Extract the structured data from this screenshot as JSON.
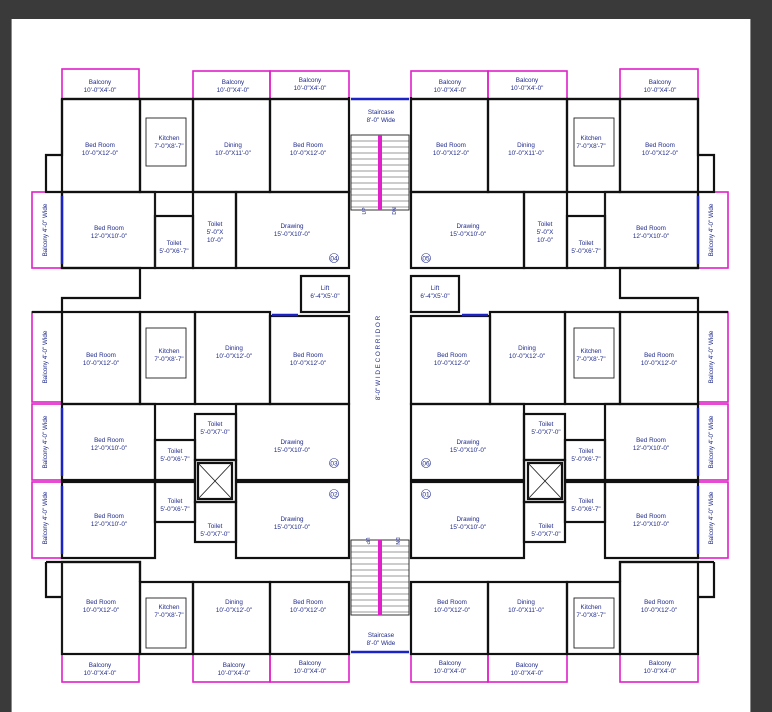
{
  "plan": {
    "title": "",
    "corridor_label": "8'-0\" W I D E   C O R R I D O R",
    "rooms": [
      {
        "id": "bal1",
        "text": [
          "Balcony",
          "10'-0\"X4'-0\""
        ]
      },
      {
        "id": "bal2",
        "text": [
          "Balcony",
          "10'-0\"X4'-0\""
        ]
      },
      {
        "id": "bal3",
        "text": [
          "Balcony",
          "10'-0\"X4'-0\""
        ]
      },
      {
        "id": "bal4",
        "text": [
          "Balcony",
          "10'-0\"X4'-0\""
        ]
      },
      {
        "id": "bal5",
        "text": [
          "Balcony",
          "10'-0\"X4'-0\""
        ]
      },
      {
        "id": "bal6",
        "text": [
          "Balcony",
          "10'-0\"X4'-0\""
        ]
      },
      {
        "id": "stair1",
        "text": [
          "Staircase",
          "8'-0\" Wide"
        ]
      },
      {
        "id": "bed1",
        "text": [
          "Bed Room",
          "10'-0\"X12'-0\""
        ]
      },
      {
        "id": "kit1",
        "text": [
          "Kitchen",
          "7'-0\"X8'-7\""
        ]
      },
      {
        "id": "din1",
        "text": [
          "Dining",
          "10'-0\"X11'-0\""
        ]
      },
      {
        "id": "bed2",
        "text": [
          "Bed Room",
          "10'-0\"X12'-0\""
        ]
      },
      {
        "id": "bed3",
        "text": [
          "Bed Room",
          "10'-0\"X12'-0\""
        ]
      },
      {
        "id": "din2",
        "text": [
          "Dining",
          "10'-0\"X11'-0\""
        ]
      },
      {
        "id": "kit2",
        "text": [
          "Kitchen",
          "7'-0\"X8'-7\""
        ]
      },
      {
        "id": "bed4",
        "text": [
          "Bed Room",
          "10'-0\"X12'-0\""
        ]
      },
      {
        "id": "bed5",
        "text": [
          "Bed Room",
          "12'-0\"X10'-0\""
        ]
      },
      {
        "id": "toi1",
        "text": [
          "Toilet",
          "5'-0\"X",
          "10'-0\""
        ]
      },
      {
        "id": "toi2",
        "text": [
          "Toilet",
          "5'-0\"X6'-7\""
        ]
      },
      {
        "id": "dra1",
        "text": [
          "Drawing",
          "15'-0\"X10'-0\""
        ]
      },
      {
        "id": "dra2",
        "text": [
          "Drawing",
          "15'-0\"X10'-0\""
        ]
      },
      {
        "id": "toi3",
        "text": [
          "Toilet",
          "5'-0\"X",
          "10'-0\""
        ]
      },
      {
        "id": "toi4",
        "text": [
          "Toilet",
          "5'-0\"X6'-7\""
        ]
      },
      {
        "id": "bed6",
        "text": [
          "Bed Room",
          "12'-0\"X10'-0\""
        ]
      },
      {
        "id": "lift1",
        "text": [
          "Lift",
          "6'-4\"X5'-0\""
        ]
      },
      {
        "id": "lift2",
        "text": [
          "Lift",
          "6'-4\"X5'-0\""
        ]
      },
      {
        "id": "bed7",
        "text": [
          "Bed Room",
          "10'-0\"X12'-0\""
        ]
      },
      {
        "id": "kit3",
        "text": [
          "Kitchen",
          "7'-0\"X8'-7\""
        ]
      },
      {
        "id": "din3",
        "text": [
          "Dining",
          "10'-0\"X12'-0\""
        ]
      },
      {
        "id": "bed8",
        "text": [
          "Bed Room",
          "10'-0\"X12'-0\""
        ]
      },
      {
        "id": "bed9",
        "text": [
          "Bed Room",
          "10'-0\"X12'-0\""
        ]
      },
      {
        "id": "din4",
        "text": [
          "Dining",
          "10'-0\"X12'-0\""
        ]
      },
      {
        "id": "kit4",
        "text": [
          "Kitchen",
          "7'-0\"X8'-7\""
        ]
      },
      {
        "id": "bed10",
        "text": [
          "Bed Room",
          "10'-0\"X12'-0\""
        ]
      },
      {
        "id": "bed11",
        "text": [
          "Bed Room",
          "12'-0\"X10'-0\""
        ]
      },
      {
        "id": "toi5",
        "text": [
          "Toilet",
          "5'-0\"X7'-0\""
        ]
      },
      {
        "id": "toi6",
        "text": [
          "Toilet",
          "5'-0\"X6'-7\""
        ]
      },
      {
        "id": "dra3",
        "text": [
          "Drawing",
          "15'-0\"X10'-0\""
        ]
      },
      {
        "id": "dra4",
        "text": [
          "Drawing",
          "15'-0\"X10'-0\""
        ]
      },
      {
        "id": "toi7",
        "text": [
          "Toilet",
          "5'-0\"X7'-0\""
        ]
      },
      {
        "id": "toi8",
        "text": [
          "Toilet",
          "5'-0\"X6'-7\""
        ]
      },
      {
        "id": "bed12",
        "text": [
          "Bed Room",
          "12'-0\"X10'-0\""
        ]
      },
      {
        "id": "bed13",
        "text": [
          "Bed Room",
          "12'-0\"X10'-0\""
        ]
      },
      {
        "id": "toi9",
        "text": [
          "Toilet",
          "5'-0\"X6'-7\""
        ]
      },
      {
        "id": "toi10",
        "text": [
          "Toilet",
          "5'-0\"X7'-0\""
        ]
      },
      {
        "id": "dra5",
        "text": [
          "Drawing",
          "15'-0\"X10'-0\""
        ]
      },
      {
        "id": "dra6",
        "text": [
          "Drawing",
          "15'-0\"X10'-0\""
        ]
      },
      {
        "id": "toi11",
        "text": [
          "Toilet",
          "5'-0\"X7'-0\""
        ]
      },
      {
        "id": "toi12",
        "text": [
          "Toilet",
          "5'-0\"X6'-7\""
        ]
      },
      {
        "id": "bed14",
        "text": [
          "Bed Room",
          "12'-0\"X10'-0\""
        ]
      },
      {
        "id": "bed15",
        "text": [
          "Bed Room",
          "10'-0\"X12'-0\""
        ]
      },
      {
        "id": "kit5",
        "text": [
          "Kitchen",
          "7'-0\"X8'-7\""
        ]
      },
      {
        "id": "din5",
        "text": [
          "Dining",
          "10'-0\"X12'-0\""
        ]
      },
      {
        "id": "bed16",
        "text": [
          "Bed Room",
          "10'-0\"X12'-0\""
        ]
      },
      {
        "id": "bed17",
        "text": [
          "Bed Room",
          "10'-0\"X12'-0\""
        ]
      },
      {
        "id": "din6",
        "text": [
          "Dining",
          "10'-0\"X11'-0\""
        ]
      },
      {
        "id": "kit6",
        "text": [
          "Kitchen",
          "7'-0\"X8'-7\""
        ]
      },
      {
        "id": "bed18",
        "text": [
          "Bed Room",
          "10'-0\"X12'-0\""
        ]
      },
      {
        "id": "stair2",
        "text": [
          "Staircase",
          "8'-0\" Wide"
        ]
      },
      {
        "id": "bal7",
        "text": [
          "Balcony",
          "10'-0\"X4'-0\""
        ]
      },
      {
        "id": "bal8",
        "text": [
          "Balcony",
          "10'-0\"X4'-0\""
        ]
      },
      {
        "id": "bal9",
        "text": [
          "Balcony",
          "10'-0\"X4'-0\""
        ]
      },
      {
        "id": "bal10",
        "text": [
          "Balcony",
          "10'-0\"X4'-0\""
        ]
      },
      {
        "id": "bal11",
        "text": [
          "Balcony",
          "10'-0\"X4'-0\""
        ]
      },
      {
        "id": "bal12",
        "text": [
          "Balcony",
          "10'-0\"X4'-0\""
        ]
      }
    ],
    "side_balconies": [
      {
        "id": "sb1",
        "text": "Balcony 4'-0\" Wide"
      },
      {
        "id": "sb2",
        "text": "Balcony 4'-0\" Wide"
      },
      {
        "id": "sb3",
        "text": "Balcony 4'-0\" Wide"
      },
      {
        "id": "sb4",
        "text": "Balcony 4'-0\" Wide"
      },
      {
        "id": "sb5",
        "text": "Balcony 4'-0\" Wide"
      },
      {
        "id": "sb6",
        "text": "Balcony 4'-0\" Wide"
      },
      {
        "id": "sb7",
        "text": "Balcony 4'-0\" Wide"
      },
      {
        "id": "sb8",
        "text": "Balcony 4'-0\" Wide"
      }
    ],
    "unit_numbers": [
      {
        "id": "u04",
        "text": "04"
      },
      {
        "id": "u05",
        "text": "05"
      },
      {
        "id": "u03",
        "text": "03"
      },
      {
        "id": "u06",
        "text": "06"
      },
      {
        "id": "u02",
        "text": "02"
      },
      {
        "id": "u01",
        "text": "01"
      }
    ],
    "stair_marks": [
      {
        "id": "sm1",
        "text": "UP"
      },
      {
        "id": "sm2",
        "text": "DN"
      },
      {
        "id": "sm3",
        "text": "UP"
      },
      {
        "id": "sm4",
        "text": "DN"
      }
    ]
  }
}
